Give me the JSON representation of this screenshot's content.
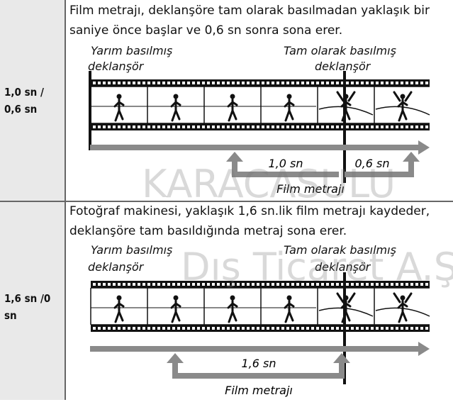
{
  "watermark": {
    "brand": "KARACASULU",
    "sub": "Dış Ticaret A.Ş."
  },
  "rows": [
    {
      "label": "1,0 sn / 0,6 sn",
      "label_line1": "1,0 sn /",
      "label_line2": "0,6 sn",
      "description_line1": "Film metrajı, deklanşöre tam olarak basılmadan yaklaşık bir",
      "description_line2": "saniye önce başlar ve 0,6 sn sonra sona erer.",
      "half_pressed_line1": "Yarım basılmış",
      "half_pressed_line2": "deklanşör",
      "full_pressed_line1": "Tam olarak basılmış",
      "full_pressed_line2": "deklanşör",
      "span_before": "1,0 sn",
      "span_after": "0,6 sn",
      "footer": "Film metrajı"
    },
    {
      "label": "1,6 sn /0 sn",
      "description_line1": "Fotoğraf makinesi, yaklaşık 1,6 sn.lik film metrajı kaydeder,",
      "description_line2": "deklanşöre tam basıldığında metraj sona erer.",
      "half_pressed_line1": "Yarım basılmış",
      "half_pressed_line2": "deklanşör",
      "full_pressed_line1": "Tam olarak basılmış",
      "full_pressed_line2": "deklanşör",
      "span_total": "1,6 sn",
      "footer": "Film metrajı"
    }
  ],
  "colors": {
    "label_bg": "#e9e9e9",
    "arrow": "#8a8a8a",
    "film": "#111111"
  }
}
